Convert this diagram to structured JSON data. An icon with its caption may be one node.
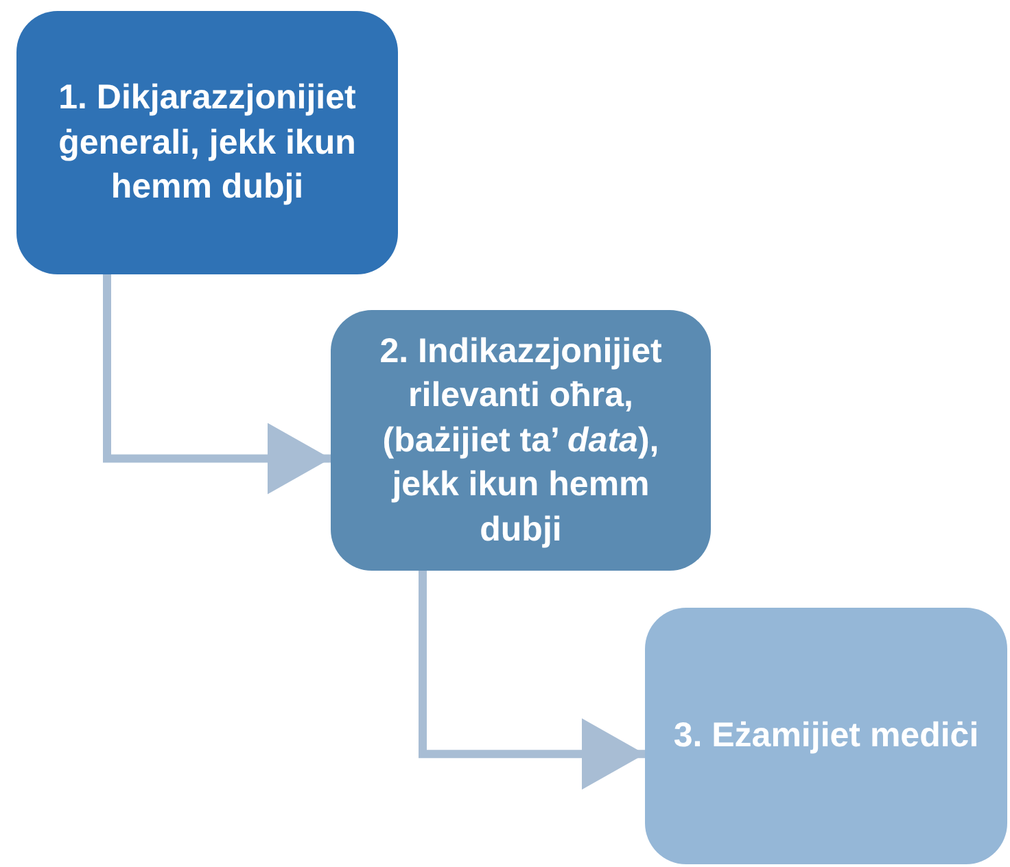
{
  "diagram": {
    "nodes": [
      {
        "text": [
          "1. Dikjarazzjonijiet ġenerali, jekk ikun hemm dubji"
        ]
      },
      {
        "text": [
          "2. Indikazzjonijiet rilevanti oħra, (bażijiet ta’ *data*), jekk ikun hemm dubji"
        ]
      },
      {
        "text": [
          "3. Eżamijiet mediċi"
        ]
      }
    ],
    "edges": [
      {
        "from": 0,
        "to": 1,
        "arrow": "to"
      },
      {
        "from": 1,
        "to": 2,
        "arrow": "to"
      }
    ]
  }
}
